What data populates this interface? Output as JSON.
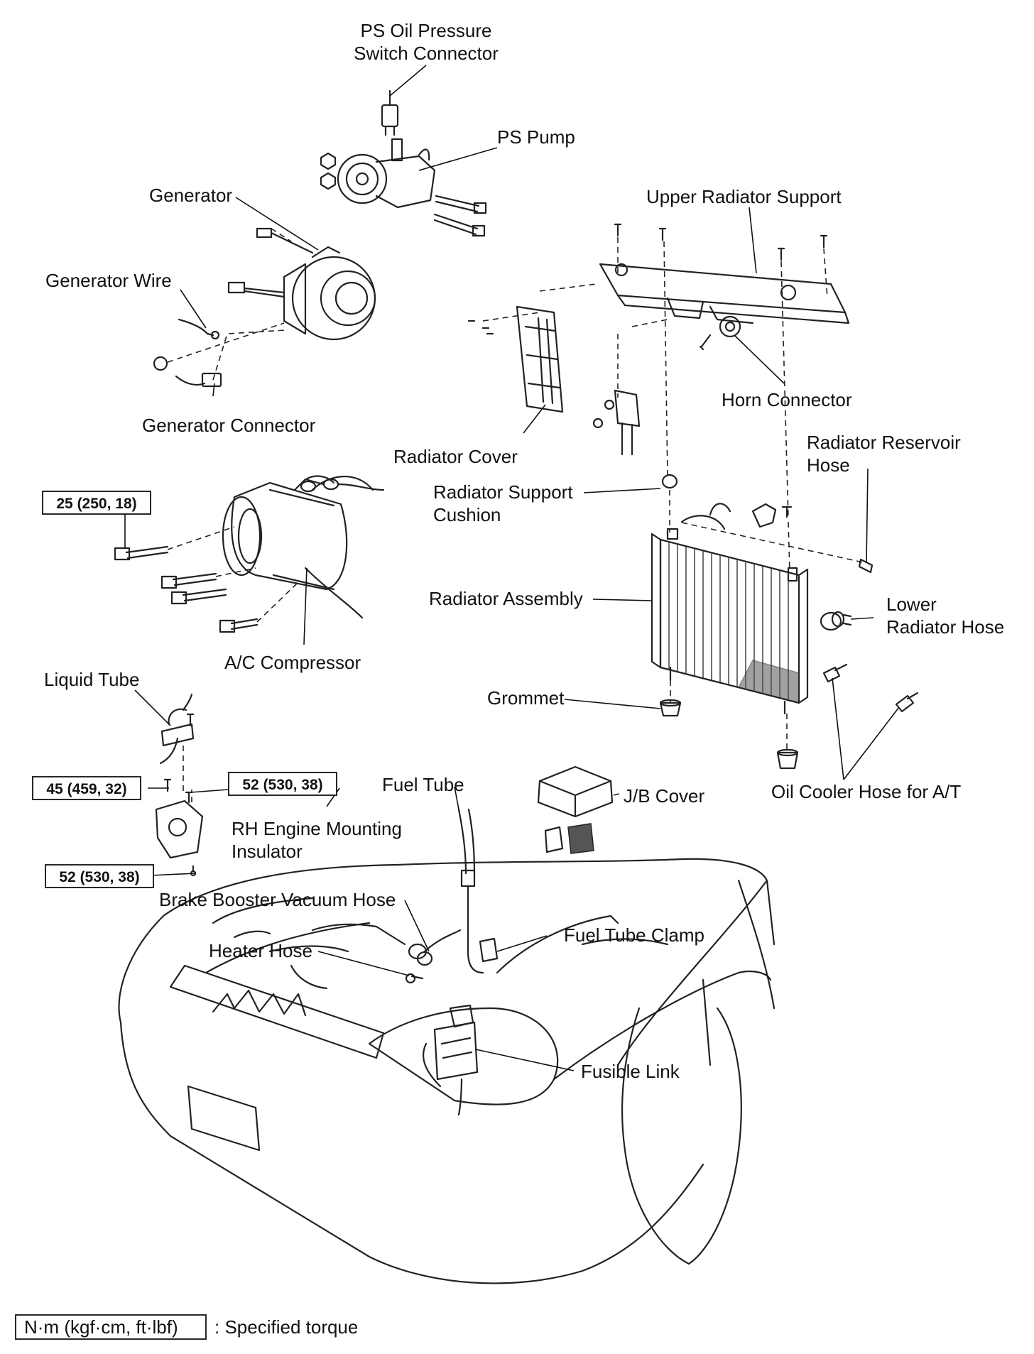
{
  "labels": {
    "ps_oil_pressure_switch_connector_1": "PS Oil Pressure",
    "ps_oil_pressure_switch_connector_2": "Switch Connector",
    "ps_pump": "PS Pump",
    "generator": "Generator",
    "upper_radiator_support": "Upper Radiator Support",
    "generator_wire": "Generator Wire",
    "horn_connector": "Horn Connector",
    "generator_connector": "Generator Connector",
    "radiator_reservoir_hose_1": "Radiator Reservoir",
    "radiator_reservoir_hose_2": "Hose",
    "radiator_cover": "Radiator Cover",
    "radiator_support_cushion_1": "Radiator Support",
    "radiator_support_cushion_2": "Cushion",
    "radiator_assembly": "Radiator Assembly",
    "lower_radiator_hose_1": "Lower",
    "lower_radiator_hose_2": "Radiator Hose",
    "ac_compressor": "A/C Compressor",
    "liquid_tube": "Liquid Tube",
    "grommet": "Grommet",
    "fuel_tube": "Fuel Tube",
    "jb_cover": "J/B Cover",
    "oil_cooler_hose": "Oil Cooler Hose for A/T",
    "rh_engine_mounting_insulator_1": "RH Engine Mounting",
    "rh_engine_mounting_insulator_2": "Insulator",
    "brake_booster_vacuum_hose": "Brake Booster Vacuum Hose",
    "fuel_tube_clamp": "Fuel Tube Clamp",
    "heater_hose": "Heater Hose",
    "fusible_link": "Fusible Link"
  },
  "torques": {
    "ac_compressor_bolt": "25 (250, 18)",
    "liquid_tube_bolt": "45 (459, 32)",
    "mount_upper_bolt": "52 (530, 38)",
    "mount_lower_bolt": "52 (530, 38)"
  },
  "legend": {
    "unit": "N·m (kgf·cm, ft·lbf)",
    "description": ": Specified torque"
  }
}
